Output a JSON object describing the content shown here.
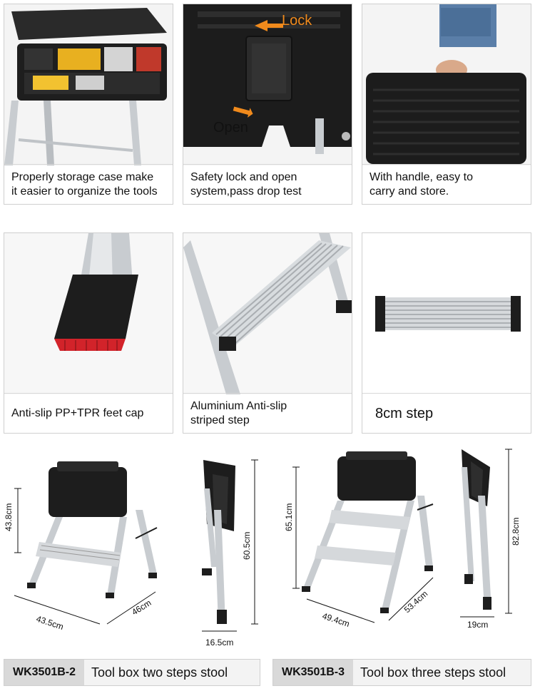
{
  "features_row1": [
    {
      "caption": "Properly storage case make\nit easier to organize the tools"
    },
    {
      "caption": "Safety lock and open\nsystem,pass drop test",
      "lock_label": "Lock",
      "open_label": "Open"
    },
    {
      "caption": "With handle, easy to\ncarry and store."
    }
  ],
  "features_row2": [
    {
      "caption": "Anti-slip PP+TPR feet cap"
    },
    {
      "caption": "Aluminium Anti-slip\nstriped step"
    },
    {
      "caption": "8cm step"
    }
  ],
  "dimensions_left": {
    "height": "43.8cm",
    "width": "43.5cm",
    "depth": "46cm",
    "folded_height": "60.5cm",
    "folded_depth": "16.5cm"
  },
  "dimensions_right": {
    "height": "65.1cm",
    "width": "49.4cm",
    "depth": "53.4cm",
    "folded_height": "82.8cm",
    "folded_depth": "19cm"
  },
  "models": [
    {
      "code": "WK3501B-2",
      "name": "Tool box two steps stool"
    },
    {
      "code": "WK3501B-3",
      "name": "Tool box three steps stool"
    }
  ],
  "colors": {
    "accent": "#f08a1c",
    "toolbox": "#1f1f1f",
    "aluminium": "#c8ccd0",
    "foot_red": "#d2232a"
  }
}
